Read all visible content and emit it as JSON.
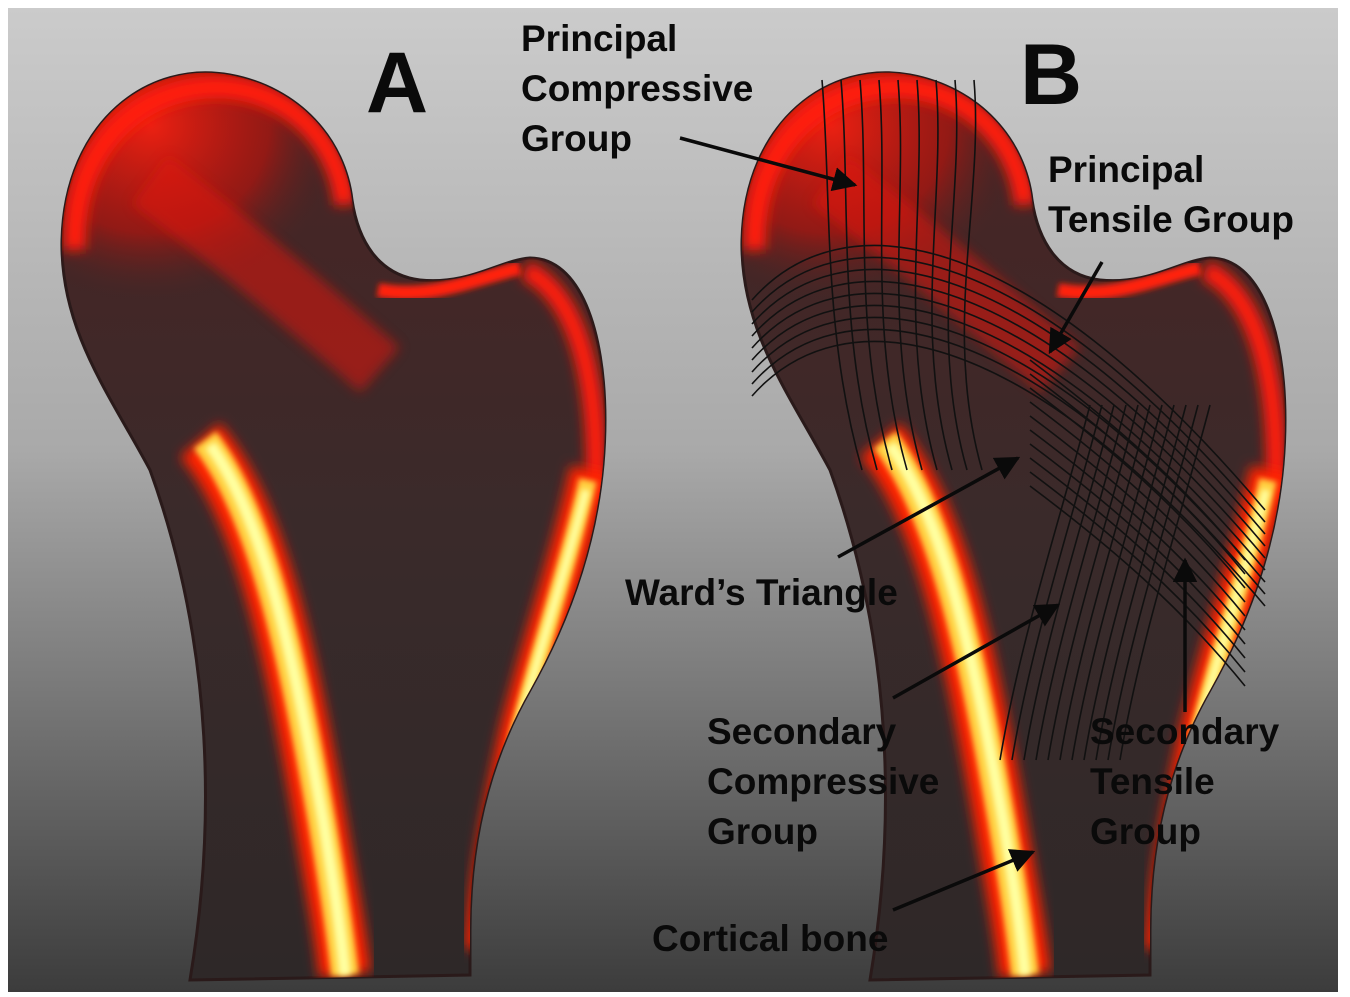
{
  "panels": {
    "a_letter": "A",
    "b_letter": "B"
  },
  "labels": {
    "principal_compressive": [
      "Principal",
      "Compressive",
      "Group"
    ],
    "principal_tensile": [
      "Principal",
      "Tensile Group"
    ],
    "wards_triangle": "Ward’s Triangle",
    "secondary_compressive": [
      "Secondary",
      "Compressive",
      "Group"
    ],
    "secondary_tensile": [
      "Secondary",
      "Tensile",
      "Group"
    ],
    "cortical_bone": "Cortical bone"
  },
  "colors": {
    "background_top": "#c8c8c8",
    "background_bottom": "#3e3e3e",
    "bone_dark": "#3a2a2a",
    "bone_red": "#ff1a0a",
    "cortical_yellow": "#ffff80",
    "trabecular_lines": "#111111",
    "text": "#0a0a0a"
  }
}
